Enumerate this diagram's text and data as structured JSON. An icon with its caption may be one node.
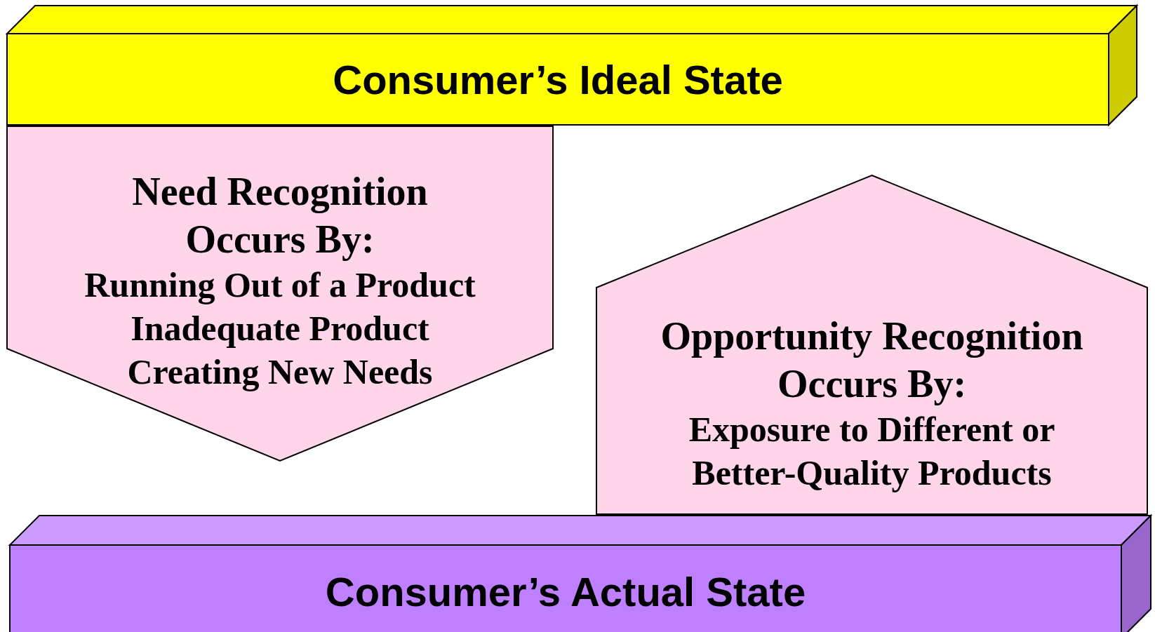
{
  "diagram": {
    "nodes": [
      {
        "text": [
          "Consumer’s Ideal State"
        ]
      },
      {
        "text": [
          "Need Recognition Occurs By:",
          "Running Out of a Product",
          "Inadequate Product",
          "Creating New Needs"
        ]
      },
      {
        "text": [
          "Opportunity Recognition Occurs By:",
          "Exposure to Different or Better-Quality Products"
        ]
      },
      {
        "text": [
          "Consumer’s Actual State"
        ]
      }
    ],
    "edges": []
  }
}
